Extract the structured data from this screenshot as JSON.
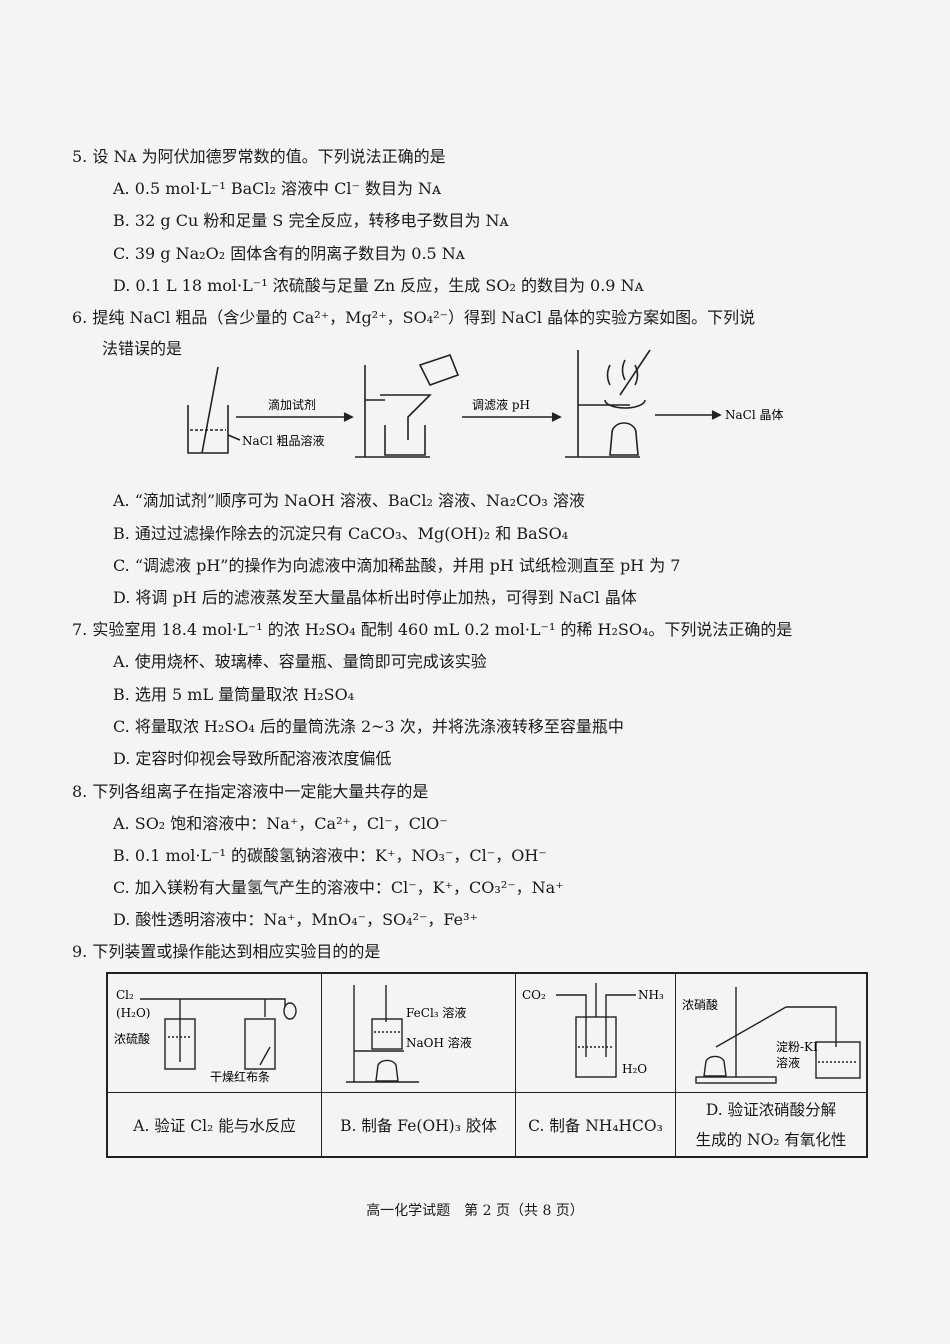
{
  "questions": [
    {
      "number": "5.",
      "stem": "设 Nᴀ 为阿伏加德罗常数的值。下列说法正确的是",
      "options": [
        "A.  0.5 mol·L⁻¹ BaCl₂ 溶液中 Cl⁻ 数目为 Nᴀ",
        "B.  32 g Cu 粉和足量 S 完全反应，转移电子数目为 Nᴀ",
        "C.  39 g Na₂O₂ 固体含有的阴离子数目为 0.5 Nᴀ",
        "D.  0.1 L 18 mol·L⁻¹ 浓硫酸与足量 Zn 反应，生成 SO₂ 的数目为 0.9 Nᴀ"
      ]
    },
    {
      "number": "6.",
      "stem": "提纯 NaCl 粗品（含少量的 Ca²⁺，Mg²⁺，SO₄²⁻）得到 NaCl 晶体的实验方案如图。下列说",
      "stem_cont": "法错误的是",
      "diagram": {
        "step1": "滴加试剂",
        "solution": "NaCl 粗品溶液",
        "step2": "调滤液 pH",
        "product": "NaCl 晶体"
      },
      "options": [
        "A.  “滴加试剂”顺序可为 NaOH 溶液、BaCl₂ 溶液、Na₂CO₃ 溶液",
        "B.  通过过滤操作除去的沉淀只有 CaCO₃、Mg(OH)₂ 和 BaSO₄",
        "C.  “调滤液 pH”的操作为向滤液中滴加稀盐酸，并用 pH 试纸检测直至 pH 为 7",
        "D.  将调 pH 后的滤液蒸发至大量晶体析出时停止加热，可得到 NaCl 晶体"
      ]
    },
    {
      "number": "7.",
      "stem": "实验室用 18.4 mol·L⁻¹ 的浓 H₂SO₄ 配制 460 mL 0.2 mol·L⁻¹ 的稀 H₂SO₄。下列说法正确的是",
      "options": [
        "A.  使用烧杯、玻璃棒、容量瓶、量筒即可完成该实验",
        "B.  选用 5 mL 量筒量取浓 H₂SO₄",
        "C.  将量取浓 H₂SO₄ 后的量筒洗涤 2~3 次，并将洗涤液转移至容量瓶中",
        "D.  定容时仰视会导致所配溶液浓度偏低"
      ]
    },
    {
      "number": "8.",
      "stem": "下列各组离子在指定溶液中一定能大量共存的是",
      "options": [
        "A.  SO₂ 饱和溶液中：Na⁺，Ca²⁺，Cl⁻，ClO⁻",
        "B.  0.1 mol·L⁻¹ 的碳酸氢钠溶液中：K⁺，NO₃⁻，Cl⁻，OH⁻",
        "C.  加入镁粉有大量氢气产生的溶液中：Cl⁻，K⁺，CO₃²⁻，Na⁺",
        "D.  酸性透明溶液中：Na⁺，MnO₄⁻，SO₄²⁻，Fe³⁺"
      ]
    },
    {
      "number": "9.",
      "stem": "下列装置或操作能达到相应实验目的的是",
      "figures": [
        {
          "labels": [
            "Cl₂",
            "(H₂O)",
            "浓硫酸",
            "干燥红布条"
          ],
          "caption": "A. 验证 Cl₂ 能与水反应"
        },
        {
          "labels": [
            "FeCl₃ 溶液",
            "NaOH 溶液"
          ],
          "caption": "B. 制备 Fe(OH)₃ 胶体"
        },
        {
          "labels": [
            "CO₂",
            "NH₃",
            "H₂O"
          ],
          "caption": "C. 制备 NH₄HCO₃"
        },
        {
          "labels": [
            "浓硝酸",
            "淀粉-KI",
            "溶液"
          ],
          "caption": "D.  验证浓硝酸分解",
          "caption2": "生成的 NO₂ 有氧化性"
        }
      ]
    }
  ],
  "footer": "高一化学试题　第 2 页（共 8 页）"
}
